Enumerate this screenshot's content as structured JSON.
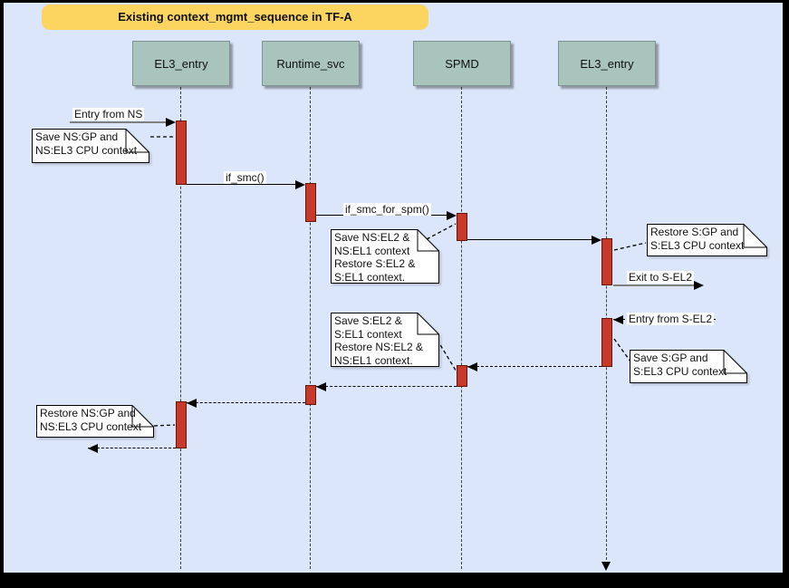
{
  "title": "Existing context_mgmt_sequence in TF-A",
  "actors": [
    {
      "label": "EL3_entry"
    },
    {
      "label": "Runtime_svc"
    },
    {
      "label": "SPMD"
    },
    {
      "label": "EL3_entry"
    }
  ],
  "messages": {
    "entry_from_ns": "Entry from NS",
    "if_smc": "if_smc()",
    "if_smc_for_spm": "if_smc_for_spm()",
    "exit_to_s_el2": "Exit to S-EL2",
    "entry_from_s_el2": "Entry from S-EL2"
  },
  "notes": [
    "Save NS:GP and\nNS:EL3 CPU context",
    "Save NS:EL2 &\nNS:EL1 context\nRestore S:EL2 &\nS:EL1 context.",
    "Restore S:GP and\nS:EL3 CPU context",
    "Save S:EL2 &\nS:EL1 context\nRestore NS:EL2 &\nNS:EL1 context.",
    "Save S:GP and\nS:EL3 CPU context",
    "Restore NS:GP and\nNS:EL3 CPU context"
  ],
  "colors": {
    "background": "#dce6fb",
    "title_background": "#fcd560",
    "actor_background": "#a8c4bd",
    "activation_fill": "#c8392b",
    "activation_border": "#641708",
    "frame": "#000000"
  }
}
